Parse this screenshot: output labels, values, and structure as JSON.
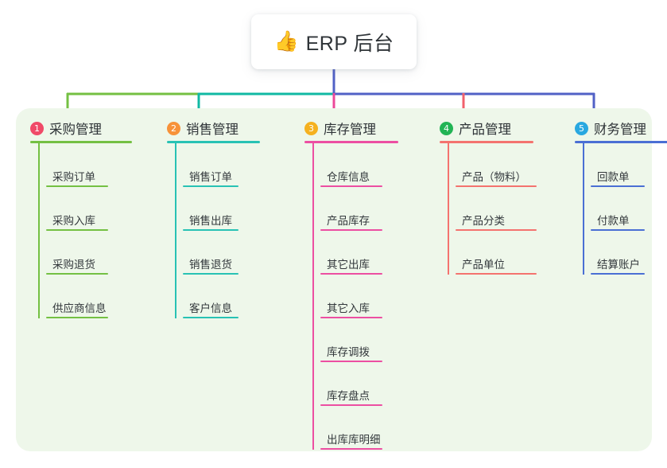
{
  "root": {
    "icon": "thumbs-up-emoji",
    "emoji": "👍",
    "title": "ERP 后台"
  },
  "panel": {
    "background": "#eef7ea"
  },
  "connector_colors": {
    "bus_left": "#74c043",
    "bus_mid": "#10b9a3",
    "bus_right": "#5161c6",
    "root_drop": "#5161c6",
    "drop_1": "#74c043",
    "drop_2": "#10b9a3",
    "drop_3": "#ec4899",
    "drop_4": "#f2616b",
    "drop_5": "#5161c6"
  },
  "columns": [
    {
      "number": "1",
      "title": "采购管理",
      "badge_color": "#f04a68",
      "line_color": "#74c043",
      "items": [
        {
          "label": "采购订单"
        },
        {
          "label": "采购入库"
        },
        {
          "label": "采购退货"
        },
        {
          "label": "供应商信息"
        }
      ]
    },
    {
      "number": "2",
      "title": "销售管理",
      "badge_color": "#f79239",
      "line_color": "#28c2b4",
      "items": [
        {
          "label": "销售订单"
        },
        {
          "label": "销售出库"
        },
        {
          "label": "销售退货"
        },
        {
          "label": "客户信息"
        }
      ]
    },
    {
      "number": "3",
      "title": "库存管理",
      "badge_color": "#f5b11f",
      "line_color": "#ec4fa2",
      "items": [
        {
          "label": "仓库信息"
        },
        {
          "label": "产品库存"
        },
        {
          "label": "其它出库"
        },
        {
          "label": "其它入库"
        },
        {
          "label": "库存调拨"
        },
        {
          "label": "库存盘点"
        },
        {
          "label": "出库库明细"
        }
      ]
    },
    {
      "number": "4",
      "title": "产品管理",
      "badge_color": "#22b455",
      "line_color": "#f4736f",
      "items": [
        {
          "label": "产品（物料）"
        },
        {
          "label": "产品分类"
        },
        {
          "label": "产品单位"
        }
      ]
    },
    {
      "number": "5",
      "title": "财务管理",
      "badge_color": "#29a8e0",
      "line_color": "#4a6fd4",
      "items": [
        {
          "label": "回款单"
        },
        {
          "label": "付款单"
        },
        {
          "label": "结算账户"
        }
      ]
    }
  ]
}
